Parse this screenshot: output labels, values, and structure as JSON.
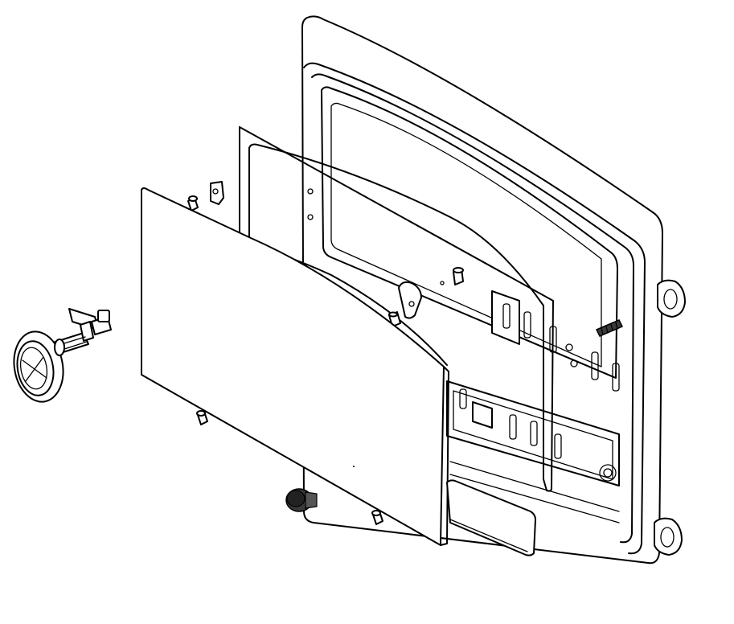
{
  "figure": {
    "kind": "exploded-view line drawing",
    "line_color": "#000000",
    "background": "#ffffff",
    "parts": [
      {
        "name": "door-frame"
      },
      {
        "name": "glass-retainer-frame"
      },
      {
        "name": "door-glass-panel"
      },
      {
        "name": "latch-clip"
      },
      {
        "name": "retainer-screw"
      },
      {
        "name": "handle-knob"
      },
      {
        "name": "handle-shaft"
      },
      {
        "name": "rubber-bumper"
      },
      {
        "name": "bottom-trim-plate"
      },
      {
        "name": "hinge-lug"
      },
      {
        "name": "stud-bolt"
      }
    ]
  }
}
